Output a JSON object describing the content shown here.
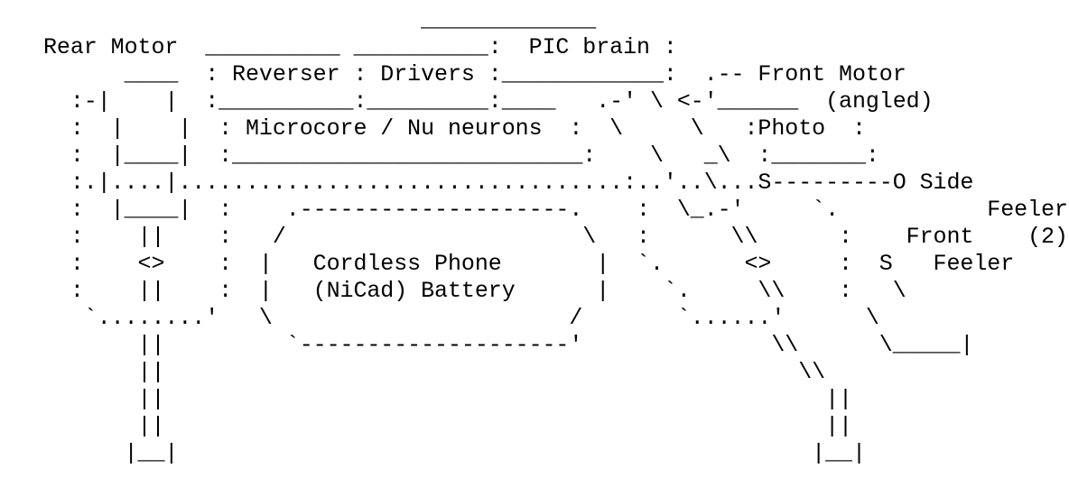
{
  "diagram": {
    "lines": [
      "                            _____________",
      "Rear Motor  __________ __________:  PIC brain :",
      "      ____  : Reverser : Drivers :____________:  .-- Front Motor",
      "  :-|    |  :__________:_________:____   .-' \\ <-'______  (angled)",
      "  :  |    |  : Microcore / Nu neurons  :  \\     \\   :Photo  :",
      "  :  |____|  :__________________________:    \\   _\\  :_______:",
      "  :.|....|.................................:..'..\\...S---------O Side",
      "  :  |____|  :    .--------------------.    :  \\_.-'     `.           Feelers",
      "  :    ||    :   /                      \\   :      \\\\      :    Front    (2)",
      "  :    <>    :  |   Cordless Phone       |  `.      <>     :  S   Feeler",
      "  :    ||    :  |   (NiCad) Battery      |    `.     \\\\    :   \\",
      "   `........'   \\                      /       `......'      \\",
      "       ||         `--------------------'              \\\\      \\_____|",
      "       ||                                               \\\\",
      "       ||                                                 ||",
      "       ||                                                 ||",
      "      |__|                                               |__|"
    ]
  }
}
